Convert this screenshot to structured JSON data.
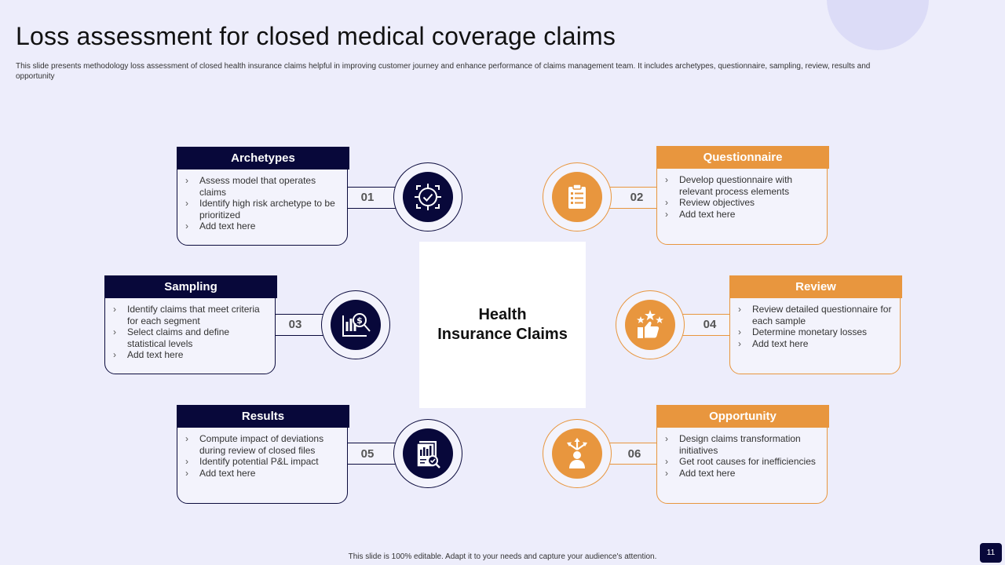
{
  "title": "Loss assessment for closed medical coverage claims",
  "subtitle": "This slide presents methodology loss assessment of closed health insurance claims helpful in improving customer journey and enhance performance of claims management  team. It includes archetypes, questionnaire, sampling, review, results and opportunity",
  "center": {
    "line1": "Health",
    "line2": "Insurance Claims"
  },
  "colors": {
    "navy": "#08083a",
    "orange": "#e8963e",
    "background": "#ededfb"
  },
  "steps": [
    {
      "number": "01",
      "title": "Archetypes",
      "icon": "target-check-icon",
      "bullets": [
        " Assess model that operates claims",
        "Identify high risk archetype to be prioritized",
        "Add text here"
      ]
    },
    {
      "number": "02",
      "title": "Questionnaire",
      "icon": "clipboard-checklist-icon",
      "bullets": [
        "Develop questionnaire with relevant process elements",
        "Review objectives",
        "Add text here"
      ]
    },
    {
      "number": "03",
      "title": "Sampling",
      "icon": "dollar-chart-magnifier-icon",
      "bullets": [
        "Identify claims that meet criteria for each segment",
        "Select claims and define statistical levels",
        "Add text here"
      ]
    },
    {
      "number": "04",
      "title": "Review",
      "icon": "thumbs-up-stars-icon",
      "bullets": [
        "Review detailed questionnaire for each sample",
        "Determine monetary losses",
        "Add text here"
      ]
    },
    {
      "number": "05",
      "title": "Results",
      "icon": "report-magnifier-icon",
      "bullets": [
        "Compute impact of deviations during review of closed files",
        "Identify potential P&L impact",
        "Add text here"
      ]
    },
    {
      "number": "06",
      "title": "Opportunity",
      "icon": "person-arrows-icon",
      "bullets": [
        "Design claims transformation initiatives",
        "Get root causes for inefficiencies",
        "Add text here"
      ]
    }
  ],
  "footer": "This slide is 100% editable. Adapt it to your needs and capture your audience's attention.",
  "page_number": "11"
}
